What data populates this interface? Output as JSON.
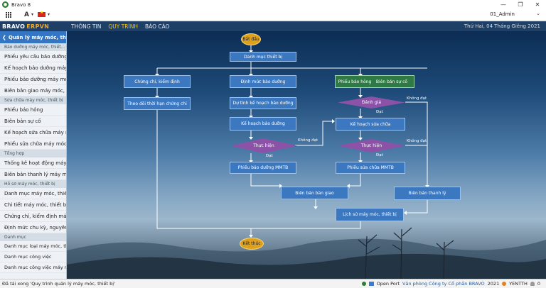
{
  "window": {
    "title": "Bravo 8",
    "user": "01_Admin"
  },
  "header": {
    "brand_a": "BRAVO",
    "brand_b": "ERPVN",
    "menus": [
      "THÔNG TIN",
      "QUY TRÌNH",
      "BÁO CÁO"
    ],
    "active_menu": "QUY TRÌNH",
    "date": "Thứ Hai, 04 Tháng Giêng 2021"
  },
  "sidebar": {
    "title": "Quản lý máy móc, th",
    "items": [
      {
        "type": "section",
        "label": "Bảo dưỡng máy móc, thiết..."
      },
      {
        "type": "item",
        "label": "Phiếu yêu cầu bảo dưỡng"
      },
      {
        "type": "item",
        "label": "Kế hoạch bảo dưỡng máy m"
      },
      {
        "type": "item",
        "label": "Phiếu bảo dưỡng máy móc,"
      },
      {
        "type": "item",
        "label": "Biên bản giao máy móc, t"
      },
      {
        "type": "section",
        "label": "Sửa chữa máy móc, thiết bị"
      },
      {
        "type": "item",
        "label": "Phiếu báo hỏng"
      },
      {
        "type": "item",
        "label": "Biên bản sự cố"
      },
      {
        "type": "item",
        "label": "Kế hoạch sửa chữa máy móc"
      },
      {
        "type": "item",
        "label": "Phiếu sửa chữa máy móc, th"
      },
      {
        "type": "section",
        "label": "Tổng hợp"
      },
      {
        "type": "item",
        "label": "Thống kê hoạt động máy mó"
      },
      {
        "type": "item",
        "label": "Biên bản thanh lý máy móc"
      },
      {
        "type": "section",
        "label": "Hồ sơ máy móc, thiết bị"
      },
      {
        "type": "item",
        "label": "Danh mục máy móc, thiết b"
      },
      {
        "type": "item",
        "label": "Chi tiết máy móc, thiết bị"
      },
      {
        "type": "item",
        "label": "Chứng chỉ, kiểm định máy m"
      },
      {
        "type": "item",
        "label": "Định mức chu kỳ, nguyên vậ"
      },
      {
        "type": "section",
        "label": "Danh mục"
      },
      {
        "type": "item",
        "label": "Danh mục loại máy móc, thiết",
        "small": true
      },
      {
        "type": "item",
        "label": "Danh mục công việc",
        "small": true
      },
      {
        "type": "item",
        "label": "Danh mục công việc máy móc, thi",
        "small": true
      }
    ]
  },
  "flow": {
    "nodes": {
      "start": "Bắt đầu",
      "danh_muc_tb": "Danh mục thiết bị",
      "chung_chi": "Chứng chỉ, kiểm định",
      "theo_doi": "Theo dõi thời hạn chứng chỉ",
      "dinh_muc": "Định mức bảo dưỡng",
      "du_tinh": "Dự tính kế hoạch bảo dưỡng",
      "ke_hoach_bd": "Kế hoạch bảo dưỡng",
      "thuc_hien_1": "Thực hiện",
      "phieu_bd": "Phiếu bảo dưỡng MMTB",
      "phieu_bao_hong": "Phiếu báo hỏng",
      "bien_ban_su_co": "Biên bản sự cố",
      "danh_gia": "Đánh giá",
      "ke_hoach_sc": "Kế hoạch sửa chữa",
      "thuc_hien_2": "Thực hiện",
      "phieu_sc": "Phiếu sửa chữa MMTB",
      "bien_ban_giao": "Biên bản bàn giao",
      "bien_ban_thanh_ly": "Biên bản thanh lý",
      "lich_su": "Lịch sử máy móc, thiết bị",
      "end": "Kết thúc"
    },
    "labels": {
      "dat": "Đạt",
      "khong_dat": "Không đạt"
    }
  },
  "status": {
    "message": "Đã tải xong 'Quy trình quản lý máy móc, thiết bị'",
    "open_port": "Open Port",
    "company": "Văn phòng Công ty Cổ phần BRAVO",
    "year": "2021",
    "user": "YENTTH",
    "notif": "0"
  },
  "colors": {
    "accent": "#3476c4",
    "header": "#1e3f66",
    "brand_orange": "#f5a623",
    "active_menu": "#f5c518"
  }
}
